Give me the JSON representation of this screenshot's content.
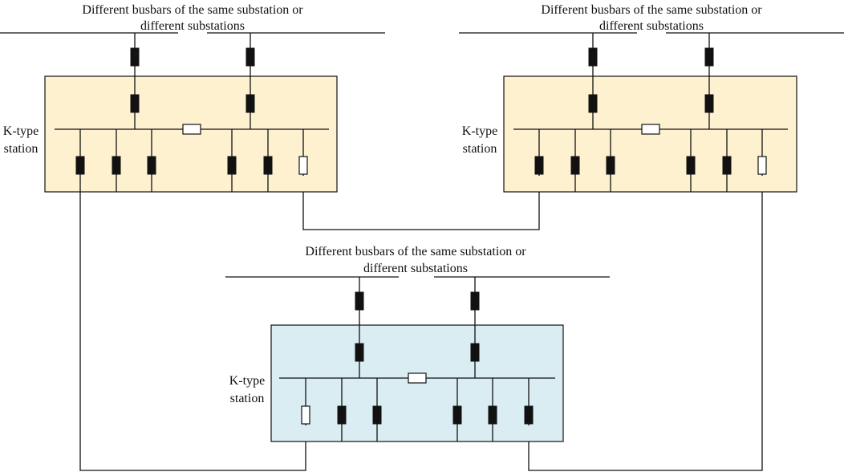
{
  "colors": {
    "station_a_fill": "#FDF1CF",
    "station_b_fill": "#FDF1CF",
    "station_c_fill": "#DAEDF2",
    "closed_switch_fill": "#111111",
    "open_switch_fill": "#FFFFFF",
    "line_color": "#111111"
  },
  "station_a": {
    "busbar_caption_line1": "Different busbars of the same substation or",
    "busbar_caption_line2": "different substations",
    "label_line1": "K-type",
    "label_line2": "station"
  },
  "station_b": {
    "busbar_caption_line1": "Different busbars of the same substation or",
    "busbar_caption_line2": "different substations",
    "label_line1": "K-type",
    "label_line2": "station"
  },
  "station_c": {
    "busbar_caption_line1": "Different busbars of the same substation or",
    "busbar_caption_line2": "different substations",
    "label_line1": "K-type",
    "label_line2": "station"
  }
}
